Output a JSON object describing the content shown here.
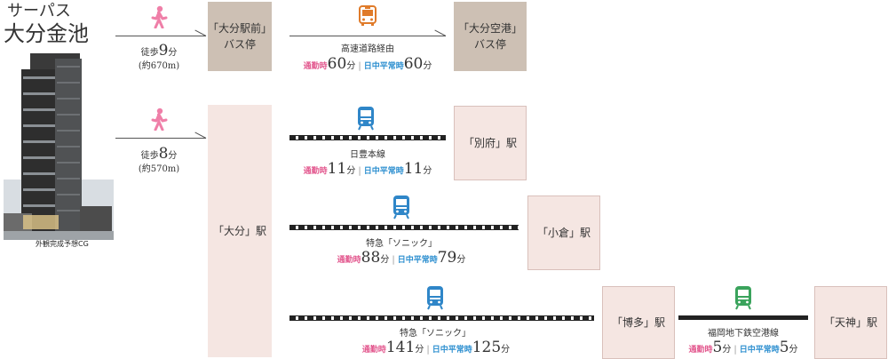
{
  "property": {
    "name_line1": "サーパス",
    "name_line2": "大分金池",
    "cg_caption": "外観完成予想CG"
  },
  "colors": {
    "rush": "#e35a90",
    "daytime": "#2d8fd0",
    "walk_icon": "#ef7fa8",
    "bus_icon": "#e07b2a",
    "train_icon": "#2f86c8",
    "subway_icon": "#3aa35c"
  },
  "walk_bus": {
    "prefix": "徒歩",
    "minutes": "9",
    "unit": "分",
    "distance": "(約670m)"
  },
  "walk_train": {
    "prefix": "徒歩",
    "minutes": "8",
    "unit": "分",
    "distance": "(約570m)"
  },
  "stations": {
    "oita_ekimae": {
      "name": "「大分駅前」",
      "suffix": "バス停"
    },
    "oita_airport": {
      "name": "「大分空港」",
      "suffix": "バス停"
    },
    "oita": "「大分」駅",
    "beppu": "「別府」駅",
    "kokura": "「小倉」駅",
    "hakata": "「博多」駅",
    "tenjin": "「天神」駅"
  },
  "labels": {
    "rush": "通勤時",
    "daytime": "日中平常時",
    "min": "分",
    "sep": "|"
  },
  "routes": {
    "bus": {
      "name": "高速道路経由",
      "rush": "60",
      "daytime": "60"
    },
    "beppu": {
      "name": "日豊本線",
      "rush": "11",
      "daytime": "11"
    },
    "kokura": {
      "name": "特急「ソニック」",
      "rush": "88",
      "daytime": "79"
    },
    "hakata": {
      "name": "特急「ソニック」",
      "rush": "141",
      "daytime": "125"
    },
    "tenjin": {
      "name": "福岡地下鉄空港線",
      "rush": "5",
      "daytime": "5"
    }
  }
}
